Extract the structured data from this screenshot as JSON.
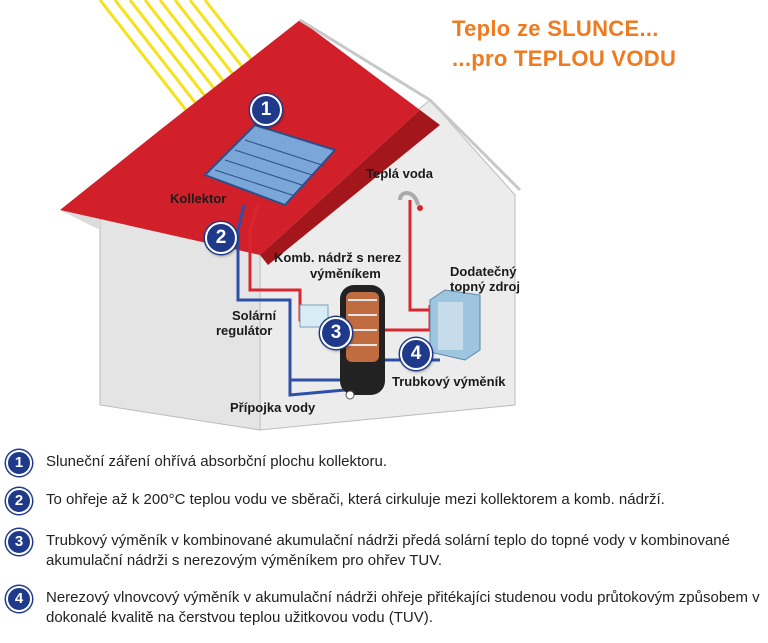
{
  "title": {
    "line1": "Teplo ze SLUNCE...",
    "line2": "...pro TEPLOU VODU",
    "color": "#f07a1e"
  },
  "diagram": {
    "labels": {
      "kolektor": "Kollektor",
      "tepla_voda": "Teplá voda",
      "nadrz_line1": "Komb. nádrž s nerez",
      "nadrz_line2": "výměníkem",
      "zdroj_line1": "Dodatečný",
      "zdroj_line2": "topný zdroj",
      "regulator_line1": "Solární",
      "regulator_line2": "regulátor",
      "trubkovy": "Trubkový výměník",
      "pripojka": "Přípojka vody"
    },
    "badges": [
      "1",
      "2",
      "3",
      "4"
    ],
    "colors": {
      "roof": "#d2202a",
      "wall": "#e6e6e6",
      "badge": "#1f3a8a",
      "hot_pipe": "#d9262e",
      "cold_pipe": "#2e4fa8",
      "sun_rays": "#f5e21a"
    }
  },
  "legend": [
    {
      "num": "1",
      "text": "Sluneční záření ohřívá absorbční plochu  kollektoru."
    },
    {
      "num": "2",
      "text": "To ohřeje až k 200°C teplou vodu ve sběrači, která cirkuluje mezi kollektorem a komb. nádrží."
    },
    {
      "num": "3",
      "text": "Trubkový výměník v kombinované akumulační nádrži předá solární teplo do topné vody v kombinované akumulační nádrži s nerezovým výměníkem pro ohřev TUV."
    },
    {
      "num": "4",
      "text": "Nerezový vlnovcový výměník v akumulační nádrži ohřeje přitékajíci studenou vodu průtokovým způsobem v dokonalé kvalitě na čerstvou teplou užitkovou vodu (TUV)."
    }
  ]
}
